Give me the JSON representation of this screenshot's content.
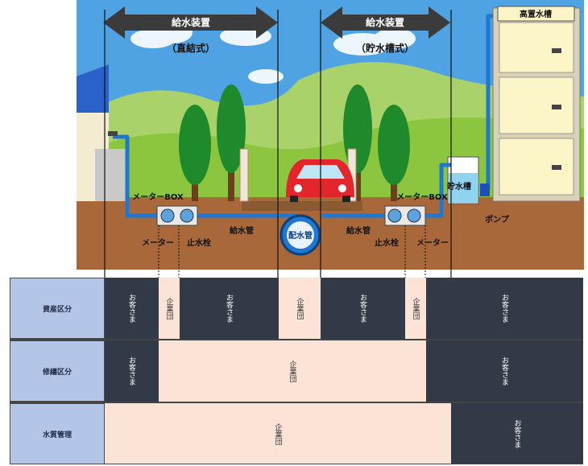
{
  "top": {
    "left_arrow_label": "給水装置",
    "right_arrow_label": "給水装置",
    "left_method": "（直結式）",
    "right_method": "（貯水槽式）",
    "tank_label": "高置水槽",
    "storage_tank_label": "貯水槽",
    "pump_label": "ポンプ",
    "main_pipe_label": "配水管",
    "left_meterbox": "メーターBOX",
    "right_meterbox": "メーターBOX",
    "left_meter": "メーター",
    "left_stopcock": "止水栓",
    "left_supply_pipe": "給水管",
    "right_supply_pipe": "給水管",
    "right_stopcock": "止水栓",
    "right_meter": "メーター"
  },
  "table": {
    "rows": [
      {
        "header": "資産区分",
        "cells": [
          {
            "text": "お客さま",
            "kind": "dark"
          },
          {
            "text": "企業団",
            "kind": "light"
          },
          {
            "text": "お客さま",
            "kind": "dark"
          },
          {
            "text": "企業団",
            "kind": "light"
          },
          {
            "text": "お客さま",
            "kind": "dark"
          },
          {
            "text": "企業団",
            "kind": "light"
          },
          {
            "text": "お客さま",
            "kind": "dark"
          }
        ]
      },
      {
        "header": "修繕区分",
        "cells": [
          {
            "text": "お客さま",
            "kind": "dark"
          },
          {
            "text": "企業団",
            "kind": "light"
          },
          {
            "text": "お客さま",
            "kind": "dark"
          }
        ]
      },
      {
        "header": "水質管理",
        "cells": [
          {
            "text": "企業団",
            "kind": "light"
          },
          {
            "text": "お客さま",
            "kind": "dark"
          }
        ]
      }
    ]
  },
  "colors": {
    "sky": "#4fa3e3",
    "ground": "#a9683a",
    "hill": "#8cc63f",
    "pipe": "#1e78d2",
    "arrow": "#3b3b3b",
    "dark_cell": "#323a48",
    "light_cell": "#fbe3d6",
    "header_cell": "#b4c6e7"
  }
}
